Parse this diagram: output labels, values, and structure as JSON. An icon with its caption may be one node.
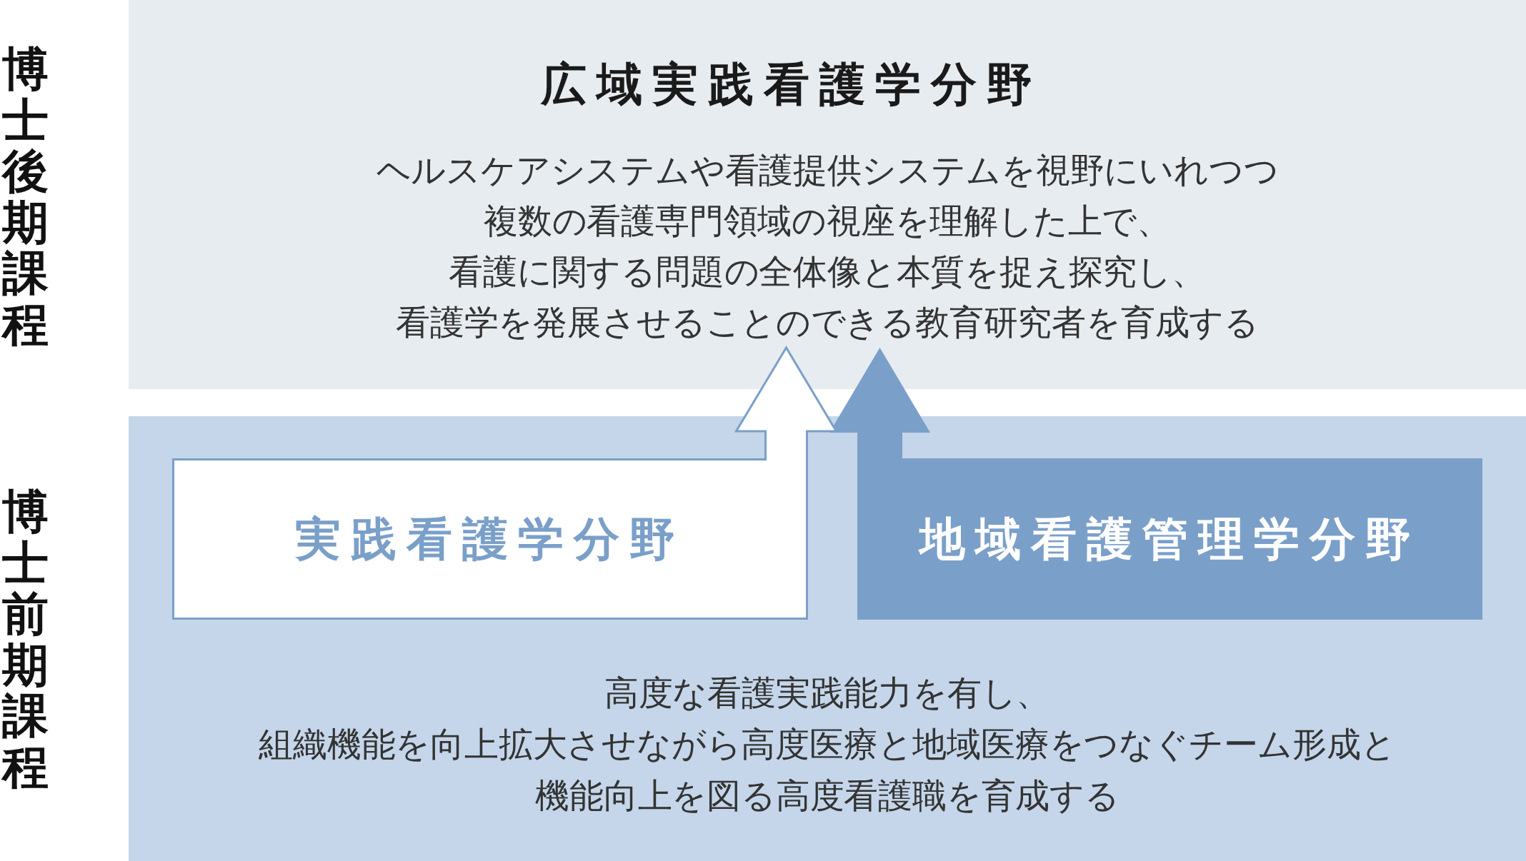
{
  "diagram": {
    "nodes": [
      {
        "text": [
          "広域実践看護学分野",
          "ヘルスケアシステムや看護提供システムを視野にいれつつ複数の看護専門領域の視座を理解した上で、看護に関する問題の全体像と本質を捉え探究し、看護学を発展させることのできる教育研究者を育成する"
        ]
      },
      {
        "text": [
          "高度な看護実践能力を有し、組織機能を向上拡大させながら高度医療と地域医療をつなぐチーム形成と機能向上を図る高度看護職を育成する"
        ]
      },
      {
        "text": [
          "実践看護学分野"
        ],
        "in": 1
      },
      {
        "text": [
          "地域看護管理学分野"
        ],
        "in": 1
      }
    ],
    "edges": [
      {
        "from": 2,
        "to": 0,
        "arrow": "to"
      },
      {
        "from": 3,
        "to": 0,
        "arrow": "to"
      }
    ],
    "labels": [
      "博士後期課程",
      "博士前期課程"
    ]
  }
}
